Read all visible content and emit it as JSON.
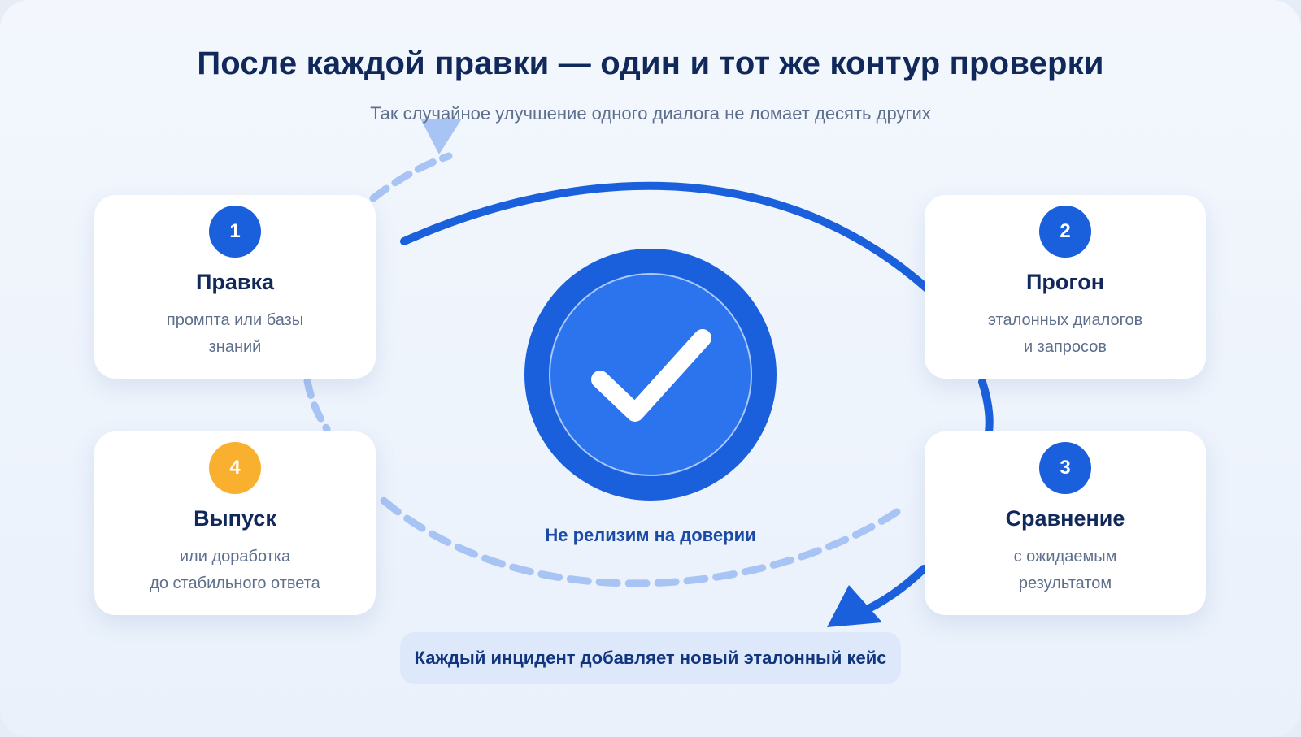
{
  "header": {
    "title": "После каждой правки — один и тот же контур проверки",
    "subtitle": "Так случайное улучшение одного диалога не ломает десять других"
  },
  "steps": [
    {
      "number": "1",
      "title": "Правка",
      "desc_lines": [
        "промпта или базы",
        "знаний"
      ]
    },
    {
      "number": "2",
      "title": "Прогон",
      "desc_lines": [
        "эталонных диалогов",
        "и запросов"
      ]
    },
    {
      "number": "3",
      "title": "Сравнение",
      "desc_lines": [
        "с ожидаемым",
        "результатом"
      ]
    },
    {
      "number": "4",
      "title": "Выпуск",
      "desc_lines": [
        "или доработка",
        "до стабильного ответа"
      ]
    }
  ],
  "center": {
    "icon": "checkmark-icon",
    "caption": "Не релизим на доверии"
  },
  "footer": {
    "note": "Каждый инцидент добавляет новый эталонный кейс"
  },
  "colors": {
    "primary": "#1a5fdc",
    "accent": "#f8b02e",
    "dashed": "#a8c4f5",
    "title": "#10285a",
    "muted": "#5d6f8c"
  }
}
